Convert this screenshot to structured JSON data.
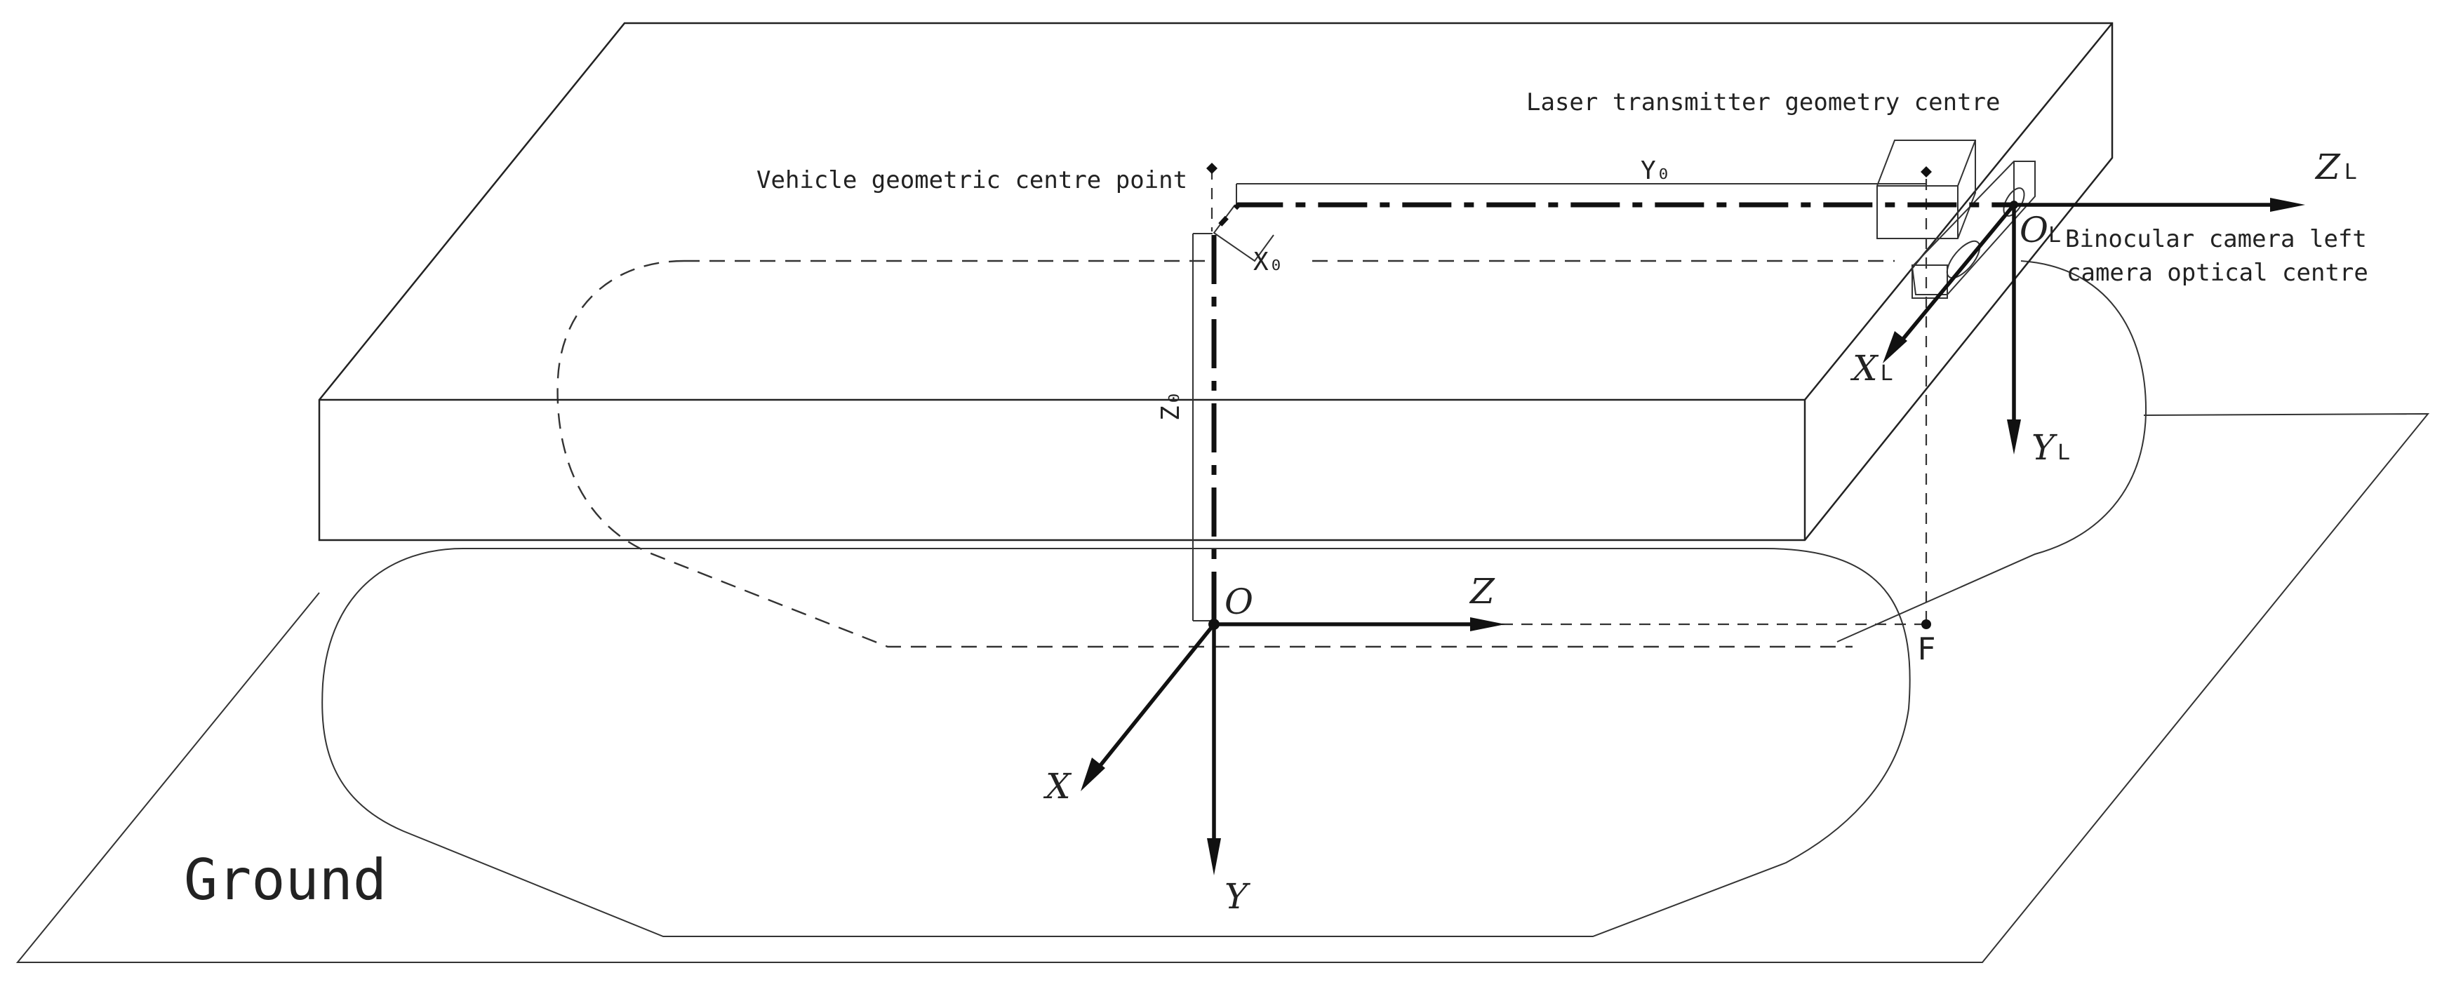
{
  "labels": {
    "laser_centre": "Laser transmitter geometry centre",
    "vehicle_centre": "Vehicle geometric centre point",
    "camera_line1": "Binocular camera left",
    "camera_line2": "camera optical centre",
    "ground": "Ground",
    "foot_point": "F"
  },
  "offsets": {
    "y0": "Y₀",
    "x0": "X₀",
    "z0": "Z₀"
  },
  "vehicle_axes": {
    "origin": "O",
    "x": "X",
    "y": "Y",
    "z": "Z"
  },
  "camera_axes": {
    "origin": "O",
    "x": "X",
    "y": "Y",
    "z": "Z",
    "subscript": "L"
  }
}
